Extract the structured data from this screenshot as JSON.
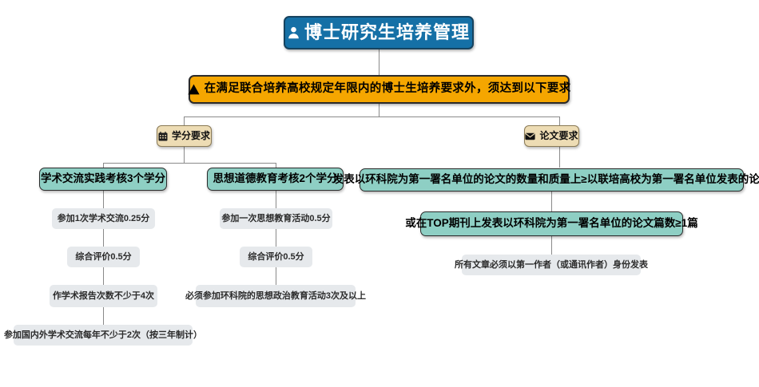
{
  "diagram": {
    "type": "tree-flowchart",
    "title_node": {
      "icon": "person-icon",
      "label": "博士研究生培养管理",
      "color": "#1570a6",
      "text_color": "#ffffff"
    },
    "warning_node": {
      "icon": "warning-triangle-icon",
      "label": "在满足联合培养高校规定年限内的博士生培养要求外，须达到以下要求",
      "color": "#f5a600",
      "text_color": "#000000"
    },
    "categories": [
      {
        "icon": "calendar-icon",
        "label": "学分要求",
        "color": "#eddcb4"
      },
      {
        "icon": "envelope-icon",
        "label": "论文要求",
        "color": "#eddcb4"
      }
    ],
    "requirements": [
      {
        "label": "学术交流实践考核3个学分",
        "color": "#8ecfc4",
        "notes": [
          "参加1次学术交流0.25分",
          "综合评价0.5分",
          "作学术报告次数不少于4次",
          "参加国内外学术交流每年不少于2次（按三年制计）"
        ]
      },
      {
        "label": "思想道德教育考核2个学分",
        "color": "#8ecfc4",
        "notes": [
          "参加一次思想教育活动0.5分",
          "综合评价0.5分",
          "必须参加环科院的思想政治教育活动3次及以上"
        ]
      },
      {
        "label": "发表以环科院为第一署名单位的论文的数量和质量上≥以联培高校为第一署名单位发表的论文",
        "color": "#8ecfc4",
        "notes": []
      },
      {
        "label": "或在TOP期刊上发表以环科院为第一署名单位的论文篇数≥1篇",
        "color": "#8ecfc4",
        "notes": [
          "所有文章必须以第一作者（或通讯作者）身份发表"
        ]
      }
    ],
    "connector_color": "#8a8a8a",
    "leaf_color": "#e6e9ec"
  }
}
